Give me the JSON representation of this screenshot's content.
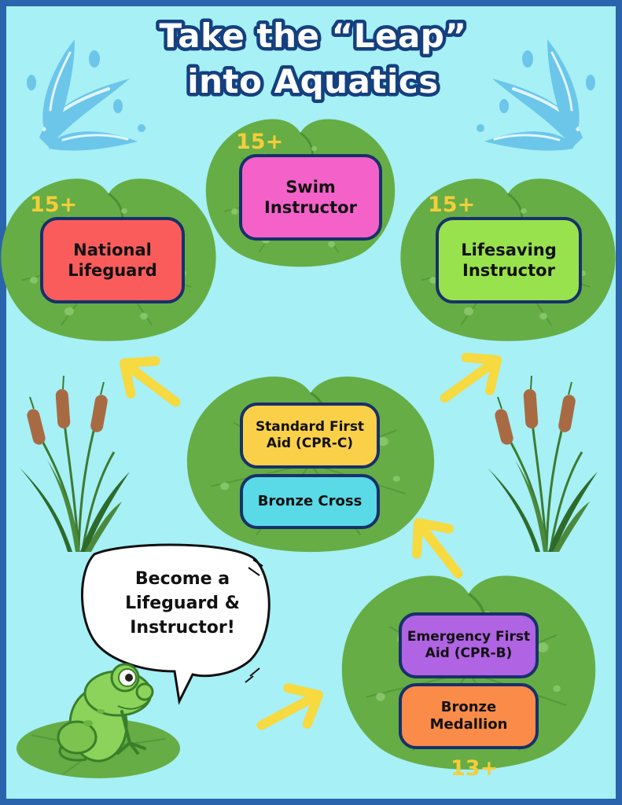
{
  "title": {
    "line1": "Take the “Leap”",
    "line2": "into Aquatics"
  },
  "courses": {
    "swim_instructor": {
      "label": "Swim\nInstructor",
      "age": "15+",
      "color": "#f462c9"
    },
    "national_lifeguard": {
      "label": "National\nLifeguard",
      "age": "15+",
      "color": "#fa5c5c"
    },
    "lifesaving_instructor": {
      "label": "Lifesaving\nInstructor",
      "age": "15+",
      "color": "#98e24e"
    },
    "standard_first_aid": {
      "label": "Standard First\nAid (CPR-C)",
      "color": "#fbd049"
    },
    "bronze_cross": {
      "label": "Bronze Cross",
      "color": "#5ad9e6"
    },
    "emergency_first_aid": {
      "label": "Emergency First\nAid (CPR-B)",
      "color": "#b063e3"
    },
    "bronze_medallion": {
      "label": "Bronze\nMedallion",
      "age": "13+",
      "color": "#fa8b48"
    }
  },
  "speech_bubble": {
    "text": "Become a\nLifeguard &\nInstructor!"
  },
  "colors": {
    "border": "#2a64ac",
    "water": "#a6f0f6",
    "lily_pad": "#66ad45",
    "arrow": "#f7d940",
    "badge_border": "#17306b"
  }
}
